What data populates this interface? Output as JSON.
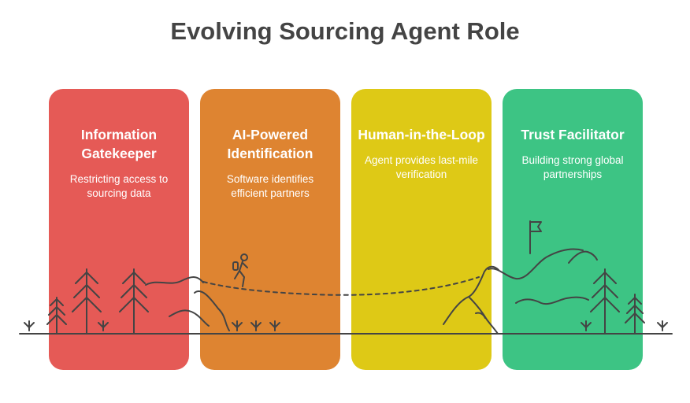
{
  "title": "Evolving Sourcing Agent Role",
  "stages": [
    {
      "title": "Information Gatekeeper",
      "description": "Restricting access to sourcing data",
      "color": "#E55A56"
    },
    {
      "title": "AI-Powered Identification",
      "description": "Software identifies efficient partners",
      "color": "#DE8431"
    },
    {
      "title": "Human-in-the-Loop",
      "description": "Agent provides last-mile verification",
      "color": "#DEC916"
    },
    {
      "title": "Trust Facilitator",
      "description": "Building strong global partnerships",
      "color": "#3DC484"
    }
  ]
}
